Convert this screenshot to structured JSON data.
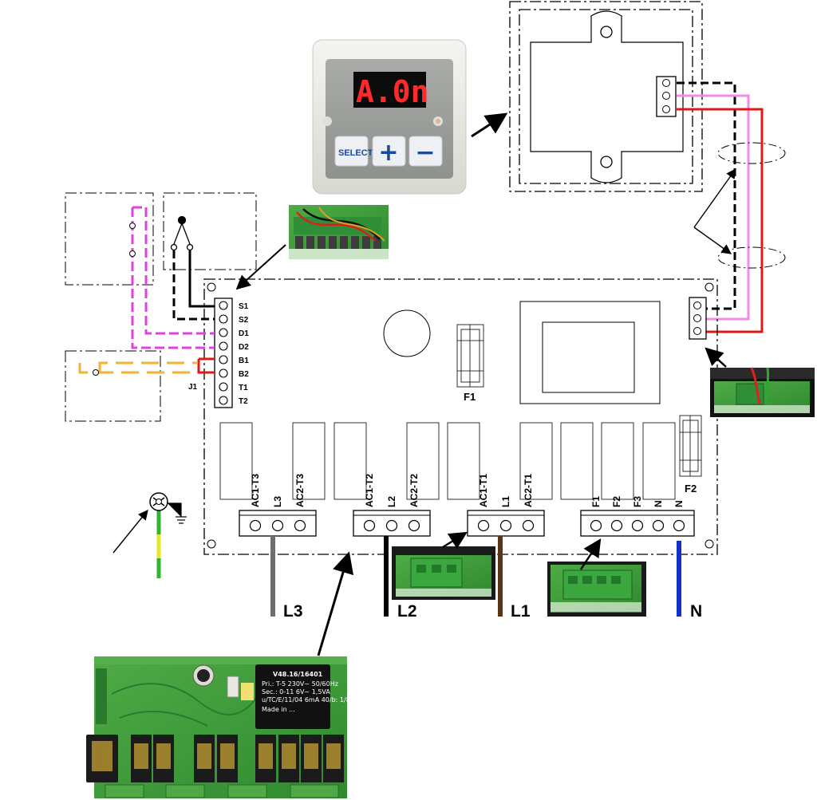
{
  "display": {
    "readout": "A.0n",
    "select_label": "SELECT",
    "plus_symbol": "+",
    "minus_symbol": "−"
  },
  "connector_j1": {
    "label": "J1",
    "terminals": [
      "S1",
      "S2",
      "D1",
      "D2",
      "B1",
      "B2",
      "T1",
      "T2"
    ]
  },
  "fuses": {
    "f1": "F1",
    "f2": "F2"
  },
  "relay_terminals": [
    {
      "labels": [
        "AC1-T3",
        "L3",
        "AC2-T3"
      ]
    },
    {
      "labels": [
        "AC1-T2",
        "L2",
        "AC2-T2"
      ]
    },
    {
      "labels": [
        "AC1-T1",
        "L1",
        "AC2-T1"
      ]
    }
  ],
  "neutral_terminal": {
    "labels": [
      "F1",
      "F2",
      "F3",
      "N",
      "N"
    ]
  },
  "wires": {
    "l3": "L3",
    "l2": "L2",
    "l1": "L1",
    "n": "N"
  },
  "colors": {
    "wire_magenta": "#e040e0",
    "wire_pink": "#f08ce8",
    "wire_red": "#e01818",
    "wire_black": "#000000",
    "wire_orange": "#f2b233",
    "wire_grey": "#6e6e6e",
    "wire_brown": "#5a3516",
    "wire_blue": "#1030c8",
    "wire_earth_green": "#2fb52f",
    "wire_earth_yellow": "#e6e62a",
    "pcb_green": "#3f9a3a",
    "display_red": "#ff2a2a"
  },
  "icons": [
    "earth-ground-icon",
    "clamp-terminal-icon"
  ]
}
